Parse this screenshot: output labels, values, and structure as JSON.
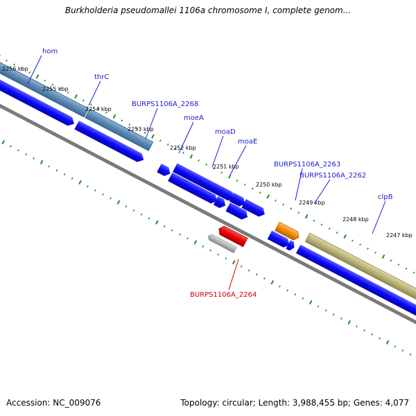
{
  "title": "Burkholderia pseudomallei 1106a chromosome I, complete genom...",
  "footer": {
    "accession": "Accession: NC_009076",
    "stats": "Topology: circular; Length: 3,988,455 bp; Genes: 4,077"
  },
  "colors": {
    "cds": "#0a0af5",
    "rna": "#5b87b3",
    "trna": "#e8880a",
    "pseudo": "#b8b478",
    "highlight": "#ee0000",
    "reverse_grey": "#b3b3b3",
    "tick": "#1c8a1c",
    "backbone": "#7a7a7a",
    "label_forward": "#1a1ad0",
    "label_reverse": "#cc0000"
  },
  "ticks": [
    {
      "text": "2256 kbp"
    },
    {
      "text": "2255 kbp"
    },
    {
      "text": "2254 kbp"
    },
    {
      "text": "2253 kbp"
    },
    {
      "text": "2252 kbp"
    },
    {
      "text": "2251 kbp"
    },
    {
      "text": "2250 kbp"
    },
    {
      "text": "2249 kbp"
    },
    {
      "text": "2248 kbp"
    },
    {
      "text": "2247 kbp"
    }
  ],
  "gene_labels": [
    {
      "text": "hom",
      "strand": "forward"
    },
    {
      "text": "thrC",
      "strand": "forward"
    },
    {
      "text": "BURPS1106A_2268",
      "strand": "forward"
    },
    {
      "text": "moeA",
      "strand": "forward"
    },
    {
      "text": "moaD",
      "strand": "forward"
    },
    {
      "text": "moaE",
      "strand": "forward"
    },
    {
      "text": "BURPS1106A_2263",
      "strand": "forward"
    },
    {
      "text": "BURPS1106A_2262",
      "strand": "forward"
    },
    {
      "text": "clpB",
      "strand": "forward"
    },
    {
      "text": "BURPS1106A_2264",
      "strand": "reverse"
    }
  ]
}
